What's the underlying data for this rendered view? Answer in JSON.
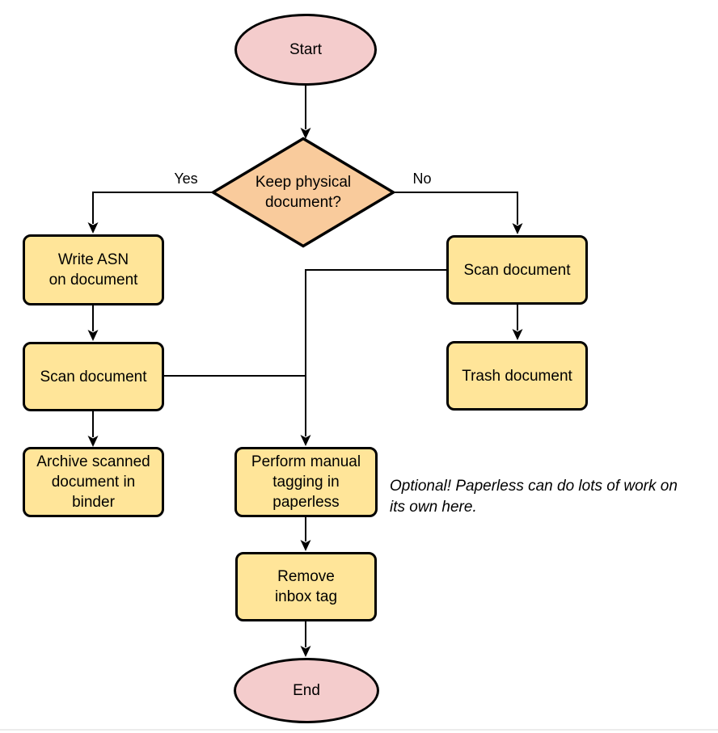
{
  "colors": {
    "terminator_fill": "#f4cccc",
    "decision_fill": "#f9cb9c",
    "process_fill": "#ffe599",
    "stroke": "#000000",
    "line": "#000000",
    "divider": "#ececec"
  },
  "flowchart": {
    "nodes": {
      "start": {
        "label": "Start",
        "type": "terminator"
      },
      "decision": {
        "label": "Keep physical\ndocument?",
        "type": "decision"
      },
      "write_asn": {
        "label": "Write ASN\non document",
        "type": "process"
      },
      "scan_left": {
        "label": "Scan document",
        "type": "process"
      },
      "archive": {
        "label": "Archive scanned\ndocument in\nbinder",
        "type": "process"
      },
      "scan_right": {
        "label": "Scan document",
        "type": "process"
      },
      "trash": {
        "label": "Trash document",
        "type": "process"
      },
      "tagging": {
        "label": "Perform manual\ntagging in\npaperless",
        "type": "process"
      },
      "remove_inbox": {
        "label": "Remove\ninbox tag",
        "type": "process"
      },
      "end": {
        "label": "End",
        "type": "terminator"
      }
    },
    "edge_labels": {
      "yes": "Yes",
      "no": "No"
    },
    "annotation": "Optional! Paperless can do lots of work on\nits own here."
  }
}
